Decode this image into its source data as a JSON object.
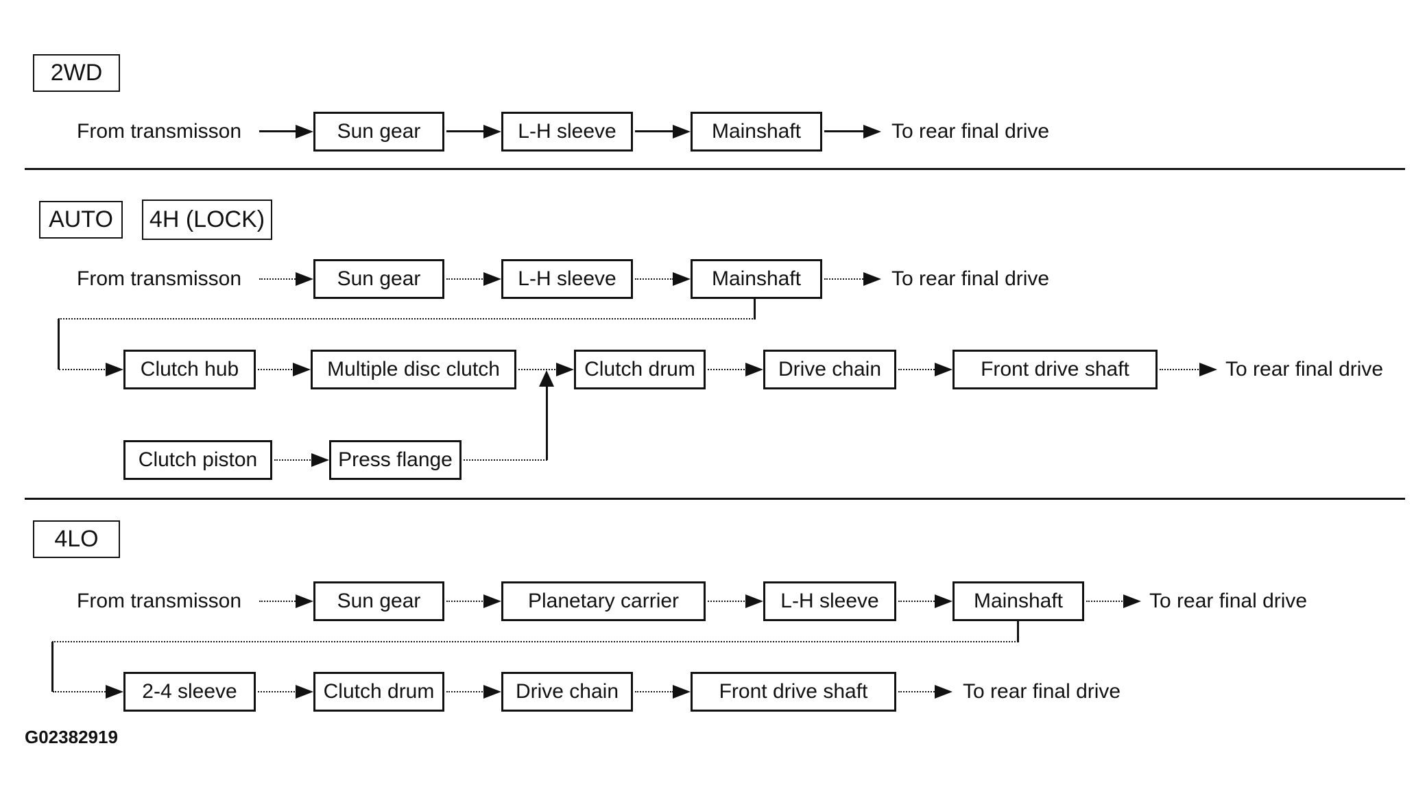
{
  "figure": {
    "id": "G02382919"
  },
  "labels": {
    "from_transmission": "From transmisson",
    "to_rear_final_drive": "To rear final drive"
  },
  "sections": {
    "two_wd": {
      "title": "2WD",
      "row1": {
        "boxes": [
          "Sun gear",
          "L-H sleeve",
          "Mainshaft"
        ]
      }
    },
    "auto": {
      "title": "AUTO",
      "subtitle": "4H (LOCK)",
      "row1": {
        "boxes": [
          "Sun gear",
          "L-H sleeve",
          "Mainshaft"
        ]
      },
      "row2": {
        "boxes": [
          "Clutch hub",
          "Multiple disc clutch",
          "Clutch drum",
          "Drive chain",
          "Front drive shaft"
        ]
      },
      "row3": {
        "boxes": [
          "Clutch piston",
          "Press flange"
        ]
      }
    },
    "four_lo": {
      "title": "4LO",
      "row1": {
        "boxes": [
          "Sun gear",
          "Planetary carrier",
          "L-H sleeve",
          "Mainshaft"
        ]
      },
      "row2": {
        "boxes": [
          "2-4 sleeve",
          "Clutch drum",
          "Drive chain",
          "Front drive shaft"
        ]
      }
    }
  }
}
